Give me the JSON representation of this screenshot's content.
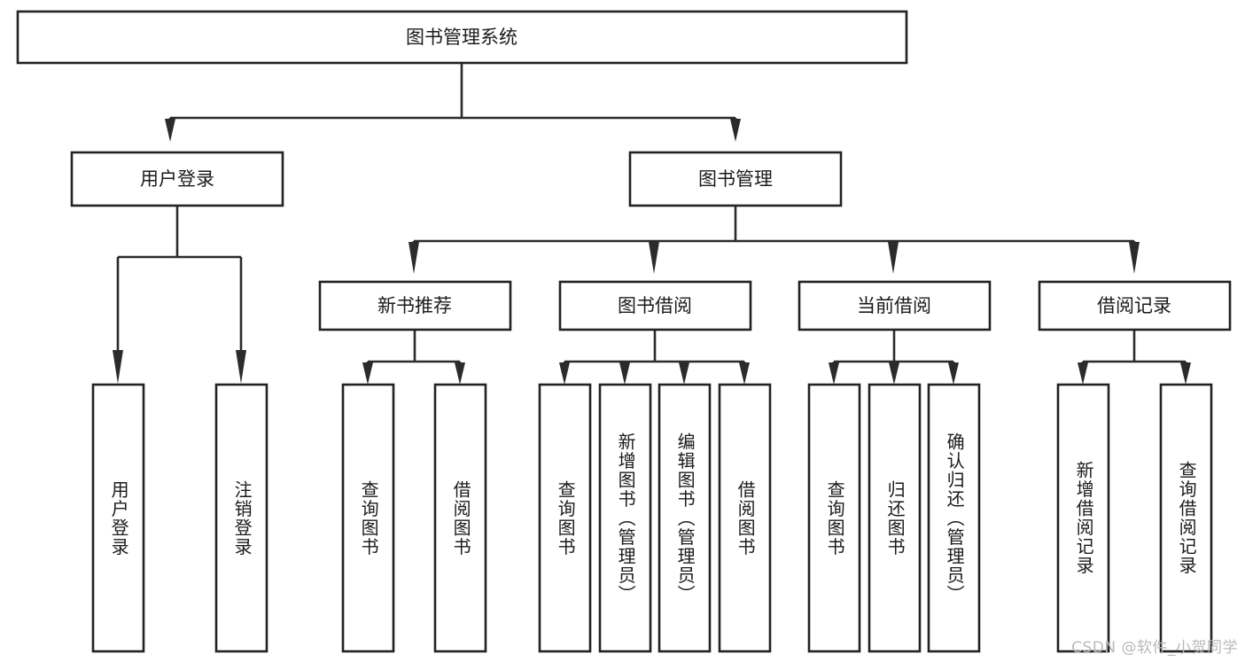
{
  "diagram": {
    "type": "tree-hierarchy",
    "title": "图书管理系统",
    "orientation": "top-down",
    "colors": {
      "box_fill": "#ffffff",
      "box_stroke": "#222222",
      "connector": "#2b2b2b",
      "text": "#1b1b1b",
      "watermark": "#b9b9b9",
      "background": "#ffffff"
    },
    "root": {
      "label": "图书管理系统"
    },
    "level2": [
      {
        "label": "用户登录"
      },
      {
        "label": "图书管理"
      }
    ],
    "level3": [
      {
        "label": "新书推荐"
      },
      {
        "label": "图书借阅"
      },
      {
        "label": "当前借阅"
      },
      {
        "label": "借阅记录"
      }
    ],
    "leaves": [
      {
        "label": "用户登录",
        "parent": "用户登录"
      },
      {
        "label": "注销登录",
        "parent": "用户登录"
      },
      {
        "label": "查询图书",
        "parent": "新书推荐"
      },
      {
        "label": "借阅图书",
        "parent": "新书推荐"
      },
      {
        "label": "查询图书",
        "parent": "图书借阅"
      },
      {
        "label": "新增图书（管理员）",
        "parent": "图书借阅"
      },
      {
        "label": "编辑图书（管理员）",
        "parent": "图书借阅"
      },
      {
        "label": "借阅图书",
        "parent": "图书借阅"
      },
      {
        "label": "查询图书",
        "parent": "当前借阅"
      },
      {
        "label": "归还图书",
        "parent": "当前借阅"
      },
      {
        "label": "确认归还（管理员）",
        "parent": "当前借阅"
      },
      {
        "label": "新增借阅记录",
        "parent": "借阅记录"
      },
      {
        "label": "查询借阅记录",
        "parent": "借阅记录"
      }
    ]
  },
  "watermark": {
    "text": "CSDN @软件_小贺同学"
  }
}
